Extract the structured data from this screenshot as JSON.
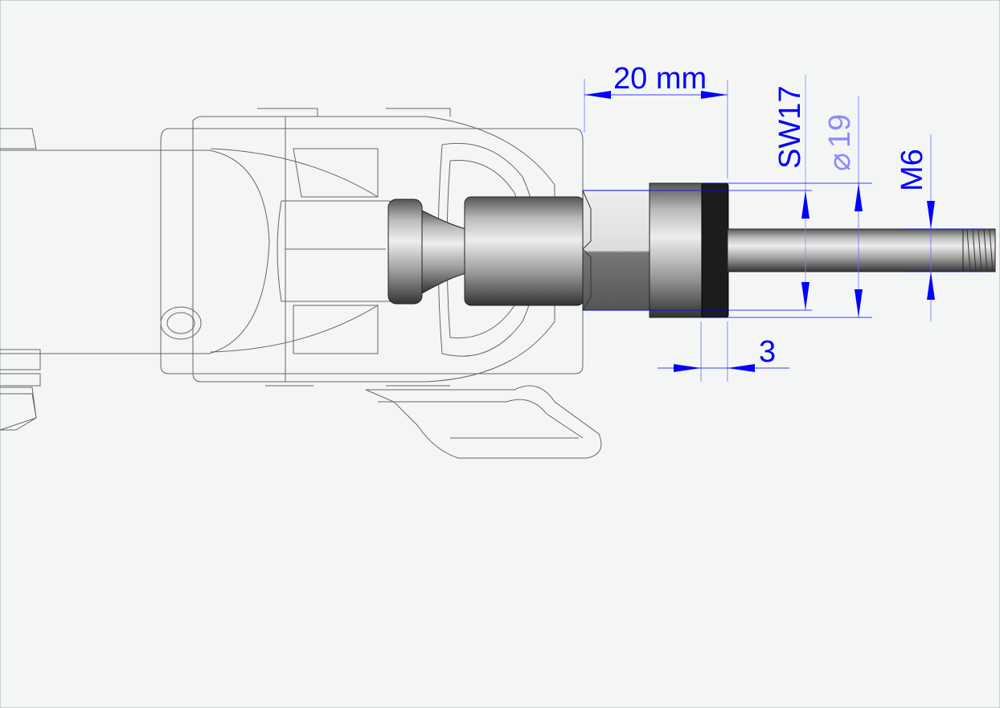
{
  "dimensions": {
    "length": "20 mm",
    "wrench_size": "SW17",
    "diameter_symbol": "⌀",
    "diameter": "19",
    "thread": "M6",
    "ring_width": "3"
  },
  "colors": {
    "dimension": "#0000ff",
    "dimension_light": "#8a8aff",
    "background": "#f4f6f5"
  }
}
